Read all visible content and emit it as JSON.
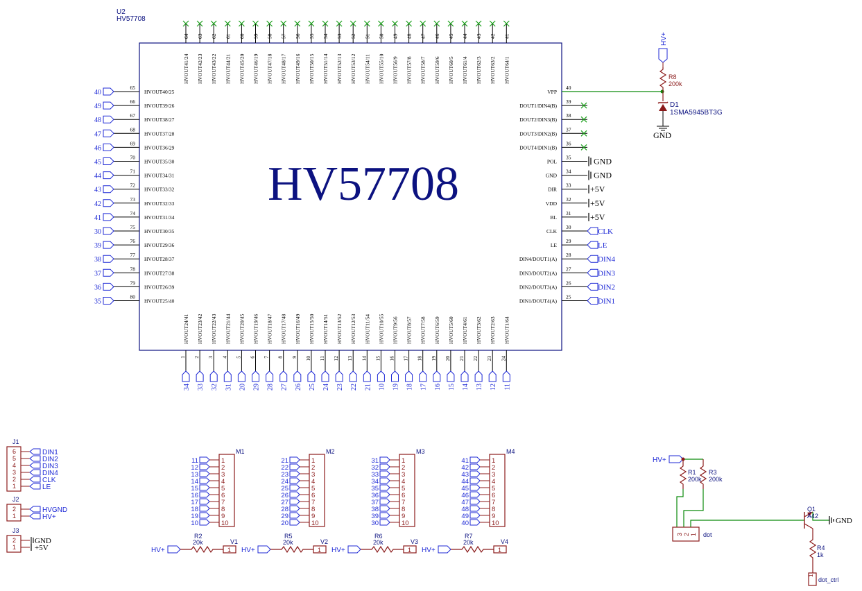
{
  "u2": {
    "ref": "U2",
    "value": "HV57708",
    "title": "HV57708",
    "top_pins": {
      "numbers": [
        "64",
        "63",
        "62",
        "61",
        "60",
        "59",
        "58",
        "57",
        "56",
        "55",
        "54",
        "53",
        "52",
        "51",
        "50",
        "49",
        "48",
        "47",
        "46",
        "45",
        "44",
        "43",
        "42",
        "41"
      ],
      "labels": [
        "HVOUT41/24",
        "HVOUT42/23",
        "HVOUT43/22",
        "HVOUT44/21",
        "HVOUT45/20",
        "HVOUT46/19",
        "HVOUT47/18",
        "HVOUT48/17",
        "HVOUT49/16",
        "HVOUT50/15",
        "HVOUT51/14",
        "HVOUT52/13",
        "HVOUT53/12",
        "HVOUT54/11",
        "HVOUT55/10",
        "HVOUT56/9",
        "HVOUT57/8",
        "HVOUT58/7",
        "HVOUT59/6",
        "HVOUT60/5",
        "HVOUT61/4",
        "HVOUT62/3",
        "HVOUT63/2",
        "HVOUT64/1"
      ]
    },
    "left_pins": {
      "numbers": [
        "65",
        "66",
        "67",
        "68",
        "69",
        "70",
        "71",
        "72",
        "73",
        "74",
        "75",
        "76",
        "77",
        "78",
        "79",
        "80"
      ],
      "labels": [
        "HVOUT40/25",
        "HVOUT39/26",
        "HVOUT38/27",
        "HVOUT37/28",
        "HVOUT36/29",
        "HVOUT35/30",
        "HVOUT34/31",
        "HVOUT33/32",
        "HVOUT32/33",
        "HVOUT31/34",
        "HVOUT30/35",
        "HVOUT29/36",
        "HVOUT28/37",
        "HVOUT27/38",
        "HVOUT26/39",
        "HVOUT25/40"
      ],
      "nets": [
        "40",
        "49",
        "48",
        "47",
        "46",
        "45",
        "44",
        "43",
        "42",
        "41",
        "30",
        "39",
        "38",
        "37",
        "36",
        "35"
      ]
    },
    "right_pins": {
      "numbers": [
        "40",
        "39",
        "38",
        "37",
        "36",
        "35",
        "34",
        "33",
        "32",
        "31",
        "30",
        "29",
        "28",
        "27",
        "26",
        "25"
      ],
      "labels": [
        "VPP",
        "DOUT1/DIN4(B)",
        "DOUT2/DIN3(B)",
        "DOUT3/DIN2(B)",
        "DOUT4/DIN1(B)",
        "POL",
        "GND",
        "DIR",
        "VDD",
        "BL",
        "CLK",
        "LE",
        "DIN4/DOUT1(A)",
        "DIN3/DOUT2(A)",
        "DIN2/DOUT3(A)",
        "DIN1/DOUT4(A)"
      ],
      "nets": [
        "",
        "",
        "",
        "",
        "",
        "GND",
        "GND",
        "+5V",
        "+5V",
        "+5V",
        "CLK",
        "LE",
        "DIN4",
        "DIN3",
        "DIN2",
        "DIN1"
      ]
    },
    "bottom_pins": {
      "numbers": [
        "1",
        "2",
        "3",
        "4",
        "5",
        "6",
        "7",
        "8",
        "9",
        "10",
        "11",
        "12",
        "13",
        "14",
        "15",
        "16",
        "17",
        "18",
        "19",
        "20",
        "21",
        "22",
        "23",
        "24"
      ],
      "labels": [
        "HVOUT24/41",
        "HVOUT23/42",
        "HVOUT22/43",
        "HVOUT21/44",
        "HVOUT20/45",
        "HVOUT19/46",
        "HVOUT18/47",
        "HVOUT17/48",
        "HVOUT16/49",
        "HVOUT15/50",
        "HVOUT14/51",
        "HVOUT13/52",
        "HVOUT12/53",
        "HVOUT11/54",
        "HVOUT10/55",
        "HVOUT9/56",
        "HVOUT8/57",
        "HVOUT7/58",
        "HVOUT6/59",
        "HVOUT5/60",
        "HVOUT4/61",
        "HVOUT3/62",
        "HVOUT2/63",
        "HVOUT1/64"
      ],
      "nets": [
        "34",
        "33",
        "32",
        "31",
        "20",
        "29",
        "28",
        "27",
        "26",
        "25",
        "24",
        "23",
        "22",
        "21",
        "10",
        "19",
        "18",
        "17",
        "16",
        "15",
        "14",
        "13",
        "12",
        "11"
      ]
    }
  },
  "vpp_circuit": {
    "hv_label": "HV+",
    "r8_ref": "R8",
    "r8_value": "200k",
    "d1_ref": "D1",
    "d1_value": "1SMA5945BT3G",
    "gnd_label": "GND"
  },
  "connectors": {
    "j1": {
      "ref": "J1",
      "pins": [
        "6",
        "5",
        "4",
        "3",
        "2",
        "1"
      ],
      "nets": [
        "DIN1",
        "DIN2",
        "DIN3",
        "DIN4",
        "CLK",
        "LE"
      ]
    },
    "j2": {
      "ref": "J2",
      "pins": [
        "2",
        "1"
      ],
      "nets": [
        "HVGND",
        "HV+"
      ]
    },
    "j3": {
      "ref": "J3",
      "pins": [
        "2",
        "1"
      ],
      "nets": [
        "GND",
        "+5V"
      ]
    }
  },
  "modules": [
    {
      "ref": "M1",
      "nets": [
        "11",
        "12",
        "13",
        "14",
        "15",
        "16",
        "17",
        "18",
        "19",
        "10"
      ],
      "r_ref": "R2",
      "r_value": "20k",
      "v_ref": "V1",
      "hv": "HV+",
      "v_pin": "1"
    },
    {
      "ref": "M2",
      "nets": [
        "21",
        "22",
        "23",
        "24",
        "25",
        "26",
        "27",
        "28",
        "29",
        "20"
      ],
      "r_ref": "R5",
      "r_value": "20k",
      "v_ref": "V2",
      "hv": "HV+",
      "v_pin": "1"
    },
    {
      "ref": "M3",
      "nets": [
        "31",
        "32",
        "33",
        "34",
        "35",
        "36",
        "37",
        "38",
        "39",
        "30"
      ],
      "r_ref": "R6",
      "r_value": "20k",
      "v_ref": "V3",
      "hv": "HV+",
      "v_pin": "1"
    },
    {
      "ref": "M4",
      "nets": [
        "41",
        "42",
        "43",
        "44",
        "45",
        "46",
        "47",
        "48",
        "49",
        "40"
      ],
      "r_ref": "R7",
      "r_value": "20k",
      "v_ref": "V4",
      "hv": "HV+",
      "v_pin": "1"
    }
  ],
  "module_pins": [
    "1",
    "2",
    "3",
    "4",
    "5",
    "6",
    "7",
    "8",
    "9",
    "10"
  ],
  "dot_circuit": {
    "hv_label": "HV+",
    "r1_ref": "R1",
    "r1_value": "200k",
    "r3_ref": "R3",
    "r3_value": "200k",
    "q1_ref": "Q1",
    "q1_value": "A42",
    "gnd_label": "GND",
    "r4_ref": "R4",
    "r4_value": "1k",
    "dot_label": "dot",
    "dot_pins": [
      "3",
      "2",
      "1"
    ],
    "dot_ctrl_label": "dot_ctrl",
    "dot_ctrl_pin": "1"
  },
  "colors": {
    "component": "#8b1a1a",
    "net_label": "#1f2ad6",
    "chip_outline": "#0c1280",
    "wire": "#0a8a0a",
    "no_connect": "#1aa01a"
  }
}
